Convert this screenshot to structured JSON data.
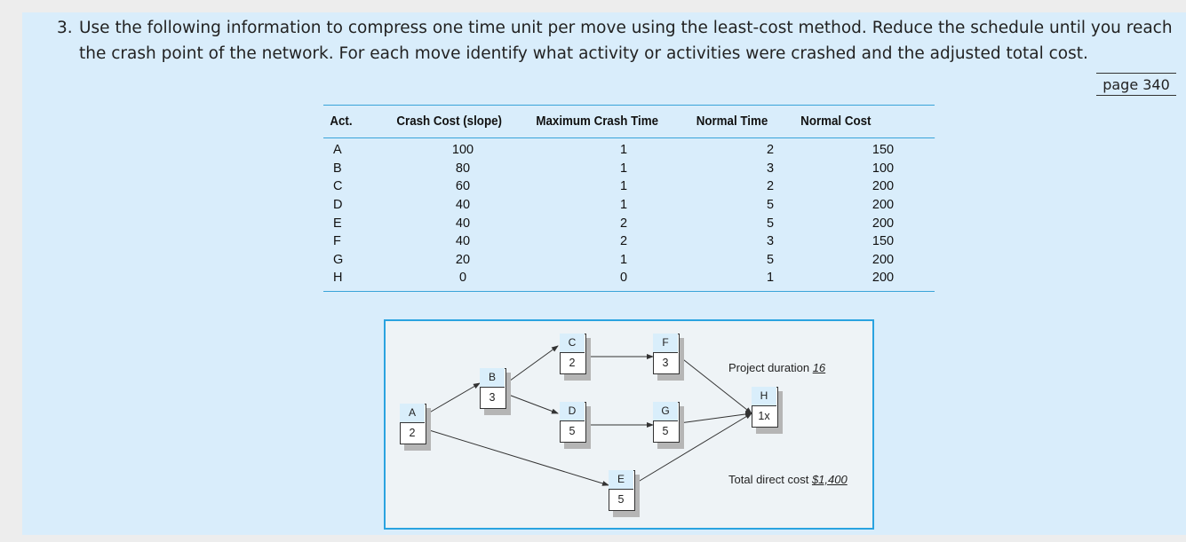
{
  "question": {
    "number": "3.",
    "text": "Use the following information to compress one time unit per move using the least-cost method. Reduce the schedule until you reach the crash point of the network. For each move identify what activity or activities were crashed and the adjusted total cost."
  },
  "page_ref": "page 340",
  "table": {
    "headers": [
      "Act.",
      "Crash Cost (slope)",
      "Maximum Crash Time",
      "Normal Time",
      "Normal Cost"
    ],
    "rows": [
      [
        "A",
        "100",
        "1",
        "2",
        "150"
      ],
      [
        "B",
        "80",
        "1",
        "3",
        "100"
      ],
      [
        "C",
        "60",
        "1",
        "2",
        "200"
      ],
      [
        "D",
        "40",
        "1",
        "5",
        "200"
      ],
      [
        "E",
        "40",
        "2",
        "5",
        "200"
      ],
      [
        "F",
        "40",
        "2",
        "3",
        "150"
      ],
      [
        "G",
        "20",
        "1",
        "5",
        "200"
      ],
      [
        "H",
        "0",
        "0",
        "1",
        "200"
      ]
    ]
  },
  "network": {
    "nodes": [
      {
        "id": "A",
        "label": "A",
        "duration": "2"
      },
      {
        "id": "B",
        "label": "B",
        "duration": "3"
      },
      {
        "id": "C",
        "label": "C",
        "duration": "2"
      },
      {
        "id": "D",
        "label": "D",
        "duration": "5"
      },
      {
        "id": "E",
        "label": "E",
        "duration": "5"
      },
      {
        "id": "F",
        "label": "F",
        "duration": "3"
      },
      {
        "id": "G",
        "label": "G",
        "duration": "5"
      },
      {
        "id": "H",
        "label": "H",
        "duration": "1x"
      }
    ],
    "project_duration_label": "Project duration",
    "project_duration_value": "16",
    "total_cost_label": "Total direct cost",
    "total_cost_value": "$1,400"
  }
}
